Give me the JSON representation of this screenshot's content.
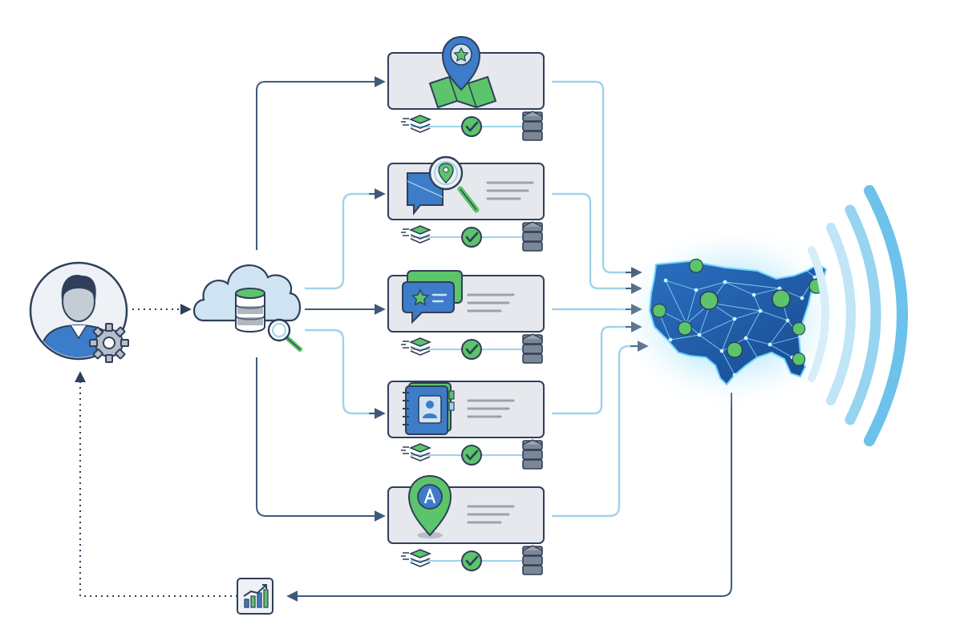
{
  "diagram": {
    "kind": "workflow",
    "colors": {
      "navy": "#2f3f5a",
      "blue": "#3d7cc9",
      "light_blue": "#9fd3ea",
      "green": "#5cc46a",
      "card_fill": "#e6e8ed",
      "map_fill": "#1e5ba8",
      "glow": "#63c7f2"
    },
    "nodes": [
      {
        "id": "user",
        "icon": "user-settings-icon"
      },
      {
        "id": "cloud-database",
        "icon": "cloud-database-search-icon"
      },
      {
        "id": "card-map",
        "icon": "map-pin-star-icon"
      },
      {
        "id": "card-search",
        "icon": "map-search-icon"
      },
      {
        "id": "card-review",
        "icon": "review-star-chat-icon"
      },
      {
        "id": "card-directory",
        "icon": "contact-directory-icon"
      },
      {
        "id": "card-address",
        "icon": "address-pin-icon"
      },
      {
        "id": "us-map",
        "icon": "us-network-map-icon"
      },
      {
        "id": "broadcast",
        "icon": "signal-waves-icon"
      },
      {
        "id": "analytics",
        "icon": "growth-chart-icon"
      }
    ],
    "card_status_icons": [
      "layers-icon",
      "check-icon",
      "server-icon"
    ]
  }
}
